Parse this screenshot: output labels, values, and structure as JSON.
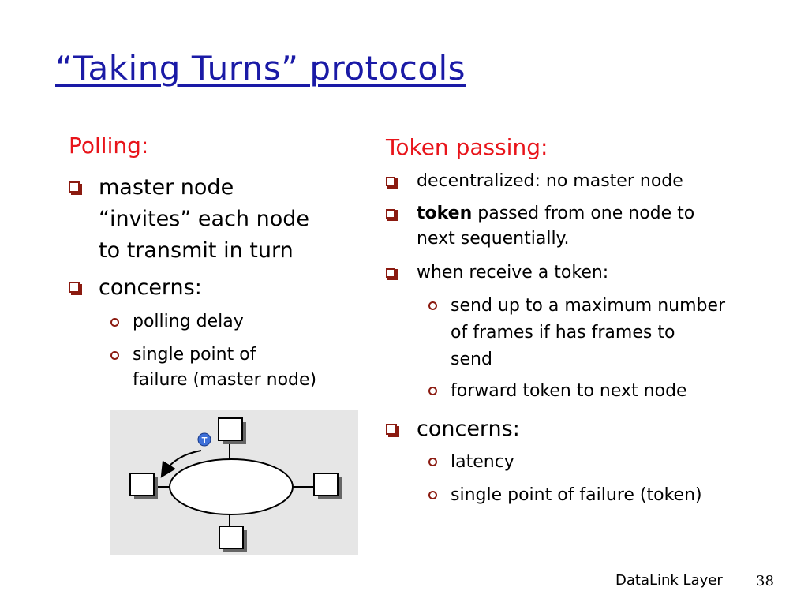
{
  "title": "“Taking Turns” protocols",
  "polling": {
    "heading": "Polling:",
    "bullets": [
      {
        "lines": [
          "master node",
          "“invites” each node",
          "to transmit in turn"
        ]
      },
      {
        "lines": [
          "concerns:"
        ]
      }
    ],
    "sub_bullets": [
      {
        "lines": [
          "polling delay"
        ]
      },
      {
        "lines": [
          "single point of",
          "failure (master node)"
        ]
      }
    ]
  },
  "token_passing": {
    "heading": "Token passing:",
    "b1": "decentralized: no master node",
    "b2_bold": "token",
    "b2_rest": " passed from one node to",
    "b2_line2": "next sequentially.",
    "b3": "when receive a token:",
    "sub1_line1": "send up to a maximum number",
    "sub1_line2": "of frames if has frames to",
    "sub1_line3": "send",
    "sub2": "forward token to next node",
    "b4": "concerns:",
    "sub3": "latency",
    "sub4": "single point of failure (token)"
  },
  "diagram": {
    "token_label": "T"
  },
  "footer": {
    "label": "DataLink Layer",
    "page": "38"
  },
  "colors": {
    "title": "#1a1aa6",
    "heading": "#e8141a",
    "bullet": "#8b1a10"
  }
}
